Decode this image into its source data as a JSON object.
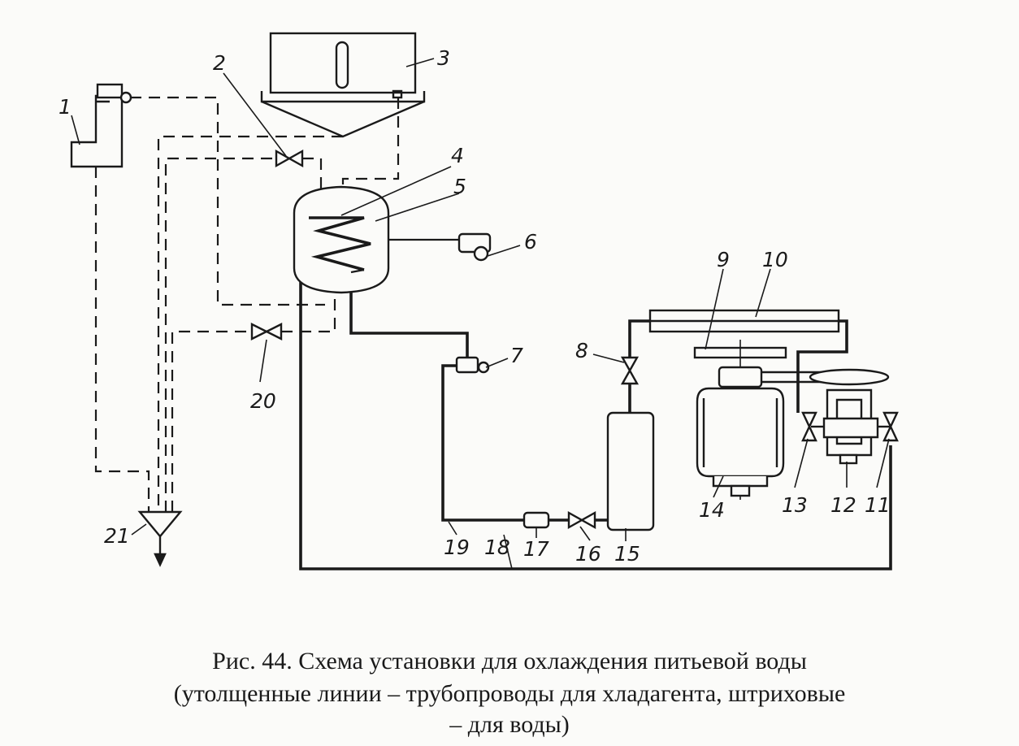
{
  "caption": {
    "line1": "Рис. 44. Схема установки для охлаждения питьевой воды",
    "line2": "(утолщенные линии – трубопроводы для хладагента, штриховые",
    "line3": "– для воды)"
  },
  "labels": {
    "l1": "1",
    "l2": "2",
    "l3": "3",
    "l4": "4",
    "l5": "5",
    "l6": "6",
    "l7": "7",
    "l8": "8",
    "l9": "9",
    "l10": "10",
    "l11": "11",
    "l12": "12",
    "l13": "13",
    "l14": "14",
    "l15": "15",
    "l16": "16",
    "l17": "17",
    "l18": "18",
    "l19": "19",
    "l20": "20",
    "l21": "21"
  },
  "colors": {
    "ink": "#1a1a1a",
    "paper": "#fbfbf9"
  }
}
